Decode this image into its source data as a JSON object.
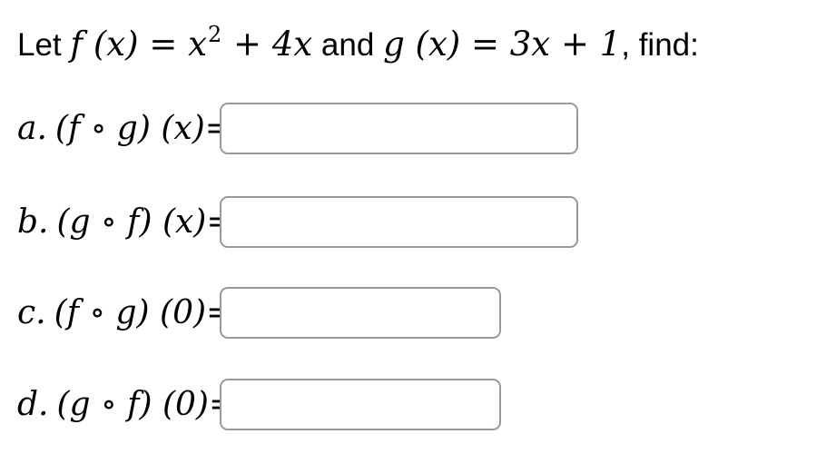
{
  "colors": {
    "background": "#ffffff",
    "text": "#000000",
    "input_border": "#999999"
  },
  "title": {
    "lead": "Let ",
    "f_math_pre": "f (x) = x",
    "f_sup": "2",
    "f_math_post": " + 4x",
    "connector": " and ",
    "g_math": "g (x) = 3x + 1",
    "tail": ", find:"
  },
  "problems": [
    {
      "letter": "a.",
      "expression": "(f ∘ g) (x)",
      "equals": "=",
      "answer": ""
    },
    {
      "letter": "b.",
      "expression": "(g ∘ f) (x)",
      "equals": "=",
      "answer": ""
    },
    {
      "letter": "c.",
      "expression": "(f ∘ g) (0)",
      "equals": "=",
      "answer": ""
    },
    {
      "letter": "d.",
      "expression": "(g ∘ f) (0)",
      "equals": "=",
      "answer": ""
    }
  ]
}
